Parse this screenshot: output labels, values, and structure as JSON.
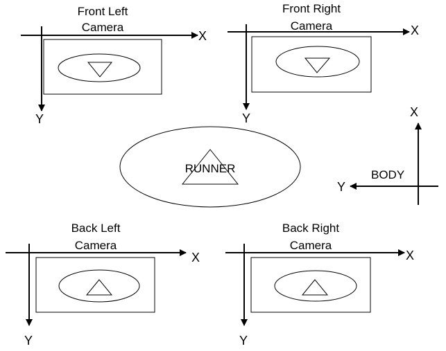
{
  "cameras": {
    "front_left": {
      "line1": "Front Left",
      "line2": "Camera",
      "x_axis": "X",
      "y_axis": "Y"
    },
    "front_right": {
      "line1": "Front Right",
      "line2": "Camera",
      "x_axis": "X",
      "y_axis": "Y"
    },
    "back_left": {
      "line1": "Back Left",
      "line2": "Camera",
      "x_axis": "X",
      "y_axis": "Y"
    },
    "back_right": {
      "line1": "Back Right",
      "line2": "Camera",
      "x_axis": "X",
      "y_axis": "Y"
    }
  },
  "runner": {
    "label": "RUNNER"
  },
  "body_frame": {
    "label": "BODY",
    "x_axis": "X",
    "y_axis": "Y"
  }
}
